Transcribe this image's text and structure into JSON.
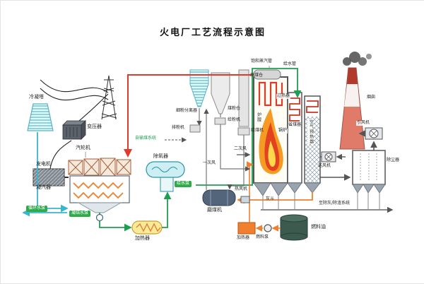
{
  "title": "火电厂工艺流程示意图",
  "labels": {
    "cooling_tower": "冷凝塔",
    "transformer": "变压器",
    "turbine": "汽轮机",
    "generator": "发电机",
    "condenser": "凝汽器",
    "circulating_pump": "循环水泵",
    "condensate_pump": "凝结水泵",
    "lp_heater": "加热器",
    "deaerator": "除氧器",
    "feed_pump": "给水泵",
    "coal_supply": "自输煤系统",
    "fine_separator": "细粉分离器",
    "powder_bunker": "煤粉仓",
    "powder_feeder": "给粉机",
    "coal_bunker": "原煤仓",
    "coal_feeder": "给煤机",
    "exhauster": "排粉机",
    "coal_mill": "磨煤机",
    "hot_air_fan": "热风机",
    "secondary_air": "二次风",
    "primary_air": "一次风",
    "saturated_steam_pipe": "饱和蒸汽管",
    "feedwater_pipe": "给水管",
    "superheater": "过热器",
    "furnace": "炉膛",
    "boiler": "锅炉",
    "economizer": "省煤器",
    "air_preheater": "空气预热器",
    "fd_fan": "送风机",
    "id_fan": "引风机",
    "dust_collector": "除尘器",
    "chimney": "烟囱",
    "ash_hopper": "灰斗",
    "ash_system": "至除灰/除渣系统",
    "fuel_oil": "燃料油",
    "fuel_pump": "燃料泵",
    "fuel_heater": "加热器"
  },
  "colors": {
    "steam_red": "#e03a2a",
    "water_green": "#1e9e50",
    "circulating_cyan": "#38b6cf",
    "hot_air_orange": "#f08030",
    "badge_green": "#2faa4a",
    "flame_outer": "#f59a23",
    "flame_mid": "#e2421f",
    "flame_core": "#ffd84d"
  }
}
